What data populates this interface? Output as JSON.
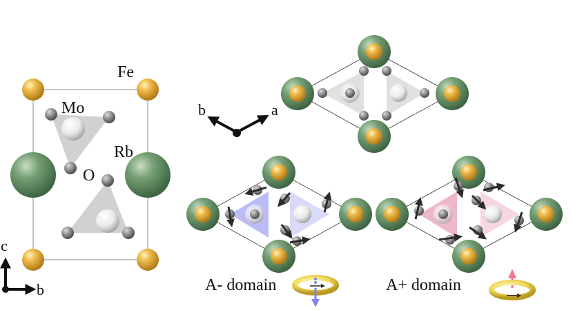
{
  "labels": {
    "fe": "Fe",
    "mo": "Mo",
    "rb": "Rb",
    "o": "O",
    "axis_c": "c",
    "axis_b_side": "b",
    "axis_b_top": "b",
    "axis_a_top": "a",
    "domain_minus": "A- domain",
    "domain_plus": "A+ domain"
  },
  "colors": {
    "fe_atom": "#e3a83c",
    "rb_atom": "#6f9a6f",
    "mo_atom": "#ececec",
    "o_atom": "#8f8f8f",
    "tetra_gray": "#c9cccb",
    "tetra_blue": "#a9acf2",
    "tetra_pink": "#ecaac4",
    "torus": "#f2d95c",
    "arrow_up": "#f07a93",
    "arrow_down": "#7f86ee"
  }
}
